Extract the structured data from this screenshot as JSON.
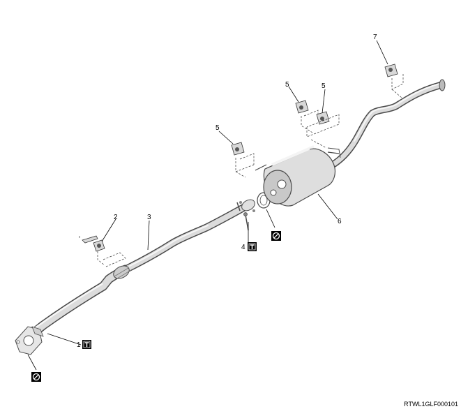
{
  "diagram": {
    "image_code": "RTWL1GLF000101",
    "callouts": [
      "1",
      "2",
      "3",
      "4",
      "5",
      "5",
      "5",
      "6",
      "7"
    ],
    "symbols": {
      "tighten": "tighten-symbol-icon",
      "do_not_reuse": "do-not-reuse-symbol-icon"
    },
    "colors": {
      "outline": "#4a4a4a",
      "metal_fill": "#dcdcdc",
      "symbol_fill": "#000000"
    }
  }
}
